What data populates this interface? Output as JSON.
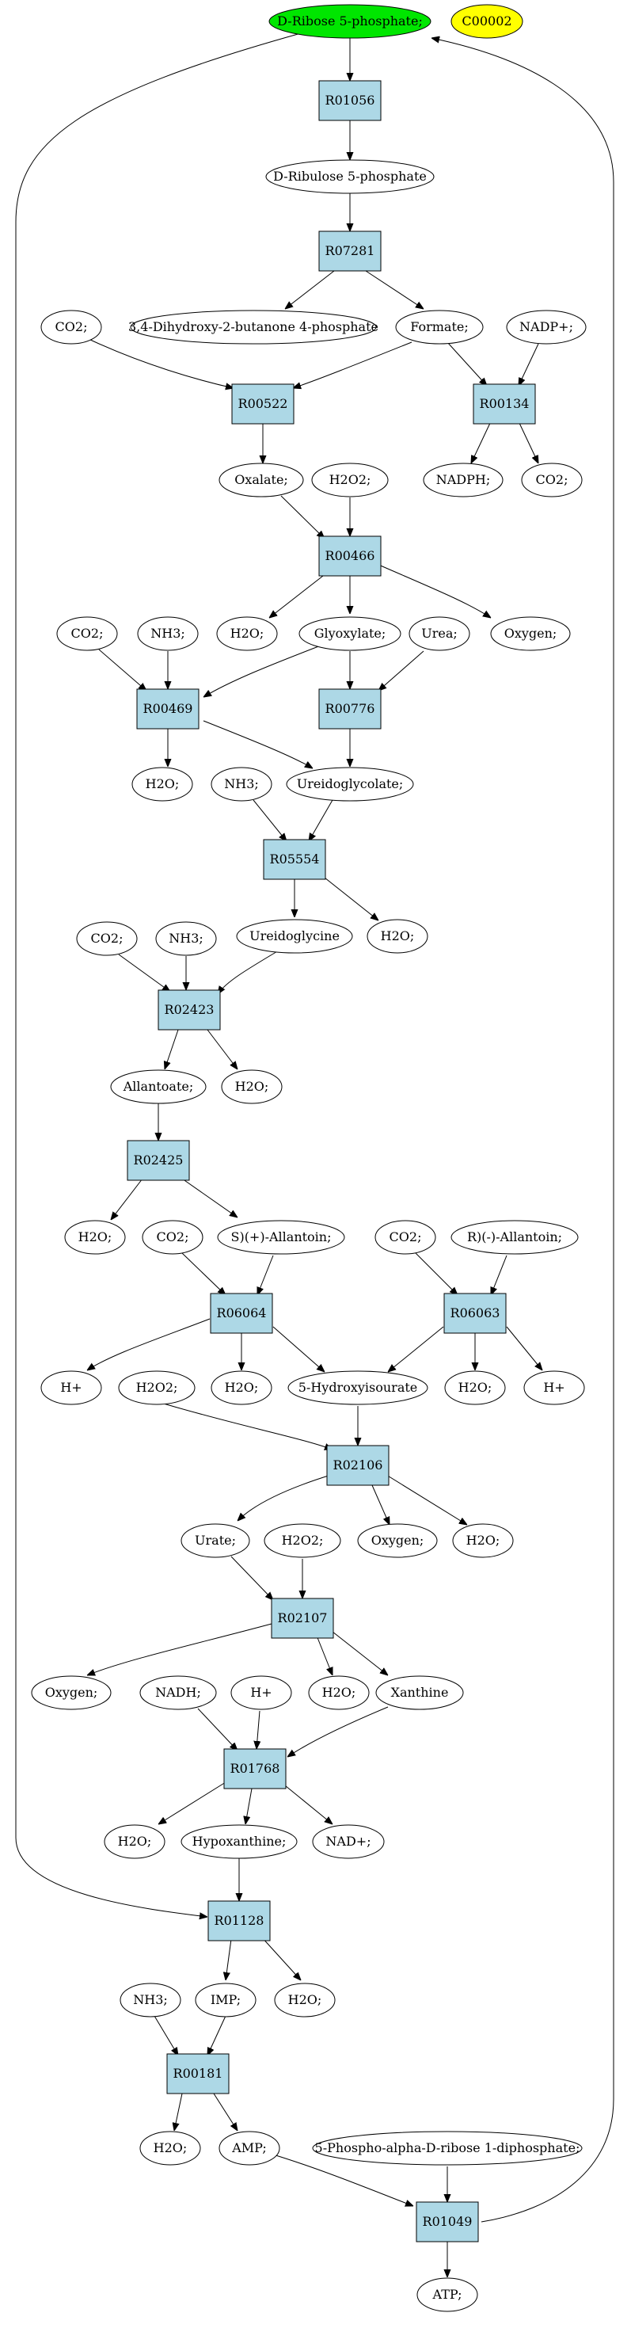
{
  "colors": {
    "reaction": "#add8e6",
    "compound": "#ffffff",
    "start": "#00e600",
    "highlight": "#ffff00"
  },
  "compounds": {
    "ribose5p": "D-Ribose 5-phosphate;",
    "c00002": "C00002",
    "ribulose5p": "D-Ribulose 5-phosphate",
    "co2_1": "CO2;",
    "dihydroxy": "3,4-Dihydroxy-2-butanone 4-phosphate",
    "formate": "Formate;",
    "nadp": "NADP+;",
    "oxalate": "Oxalate;",
    "h2o2_1": "H2O2;",
    "nadph": "NADPH;",
    "co2_2": "CO2;",
    "co2_3": "CO2;",
    "nh3_1": "NH3;",
    "glyoxylate": "Glyoxylate;",
    "urea": "Urea;",
    "oxygen_1": "Oxygen;",
    "h2o_1": "H2O;",
    "h2o_2": "H2O;",
    "nh3_2": "NH3;",
    "ureidoglycolate": "Ureidoglycolate;",
    "ureidoglycine": "Ureidoglycine",
    "h2o_3": "H2O;",
    "co2_4": "CO2;",
    "nh3_3": "NH3;",
    "allantoate": "Allantoate;",
    "h2o_4": "H2O;",
    "h2o_5": "H2O;",
    "co2_5": "CO2;",
    "s_allantoin": "S)(+)-Allantoin;",
    "co2_6": "CO2;",
    "r_allantoin": "R)(-)-Allantoin;",
    "hplus_1": "H+",
    "h2o2_2": "H2O2;",
    "h2o_6": "H2O;",
    "hydroxyisourate": "5-Hydroxyisourate",
    "h2o_7": "H2O;",
    "hplus_2": "H+",
    "urate": "Urate;",
    "h2o2_3": "H2O2;",
    "oxygen_2": "Oxygen;",
    "h2o_8": "H2O;",
    "oxygen_3": "Oxygen;",
    "nadh": "NADH;",
    "hplus_3": "H+",
    "h2o_9": "H2O;",
    "xanthine": "Xanthine",
    "h2o_10": "H2O;",
    "hypoxanthine": "Hypoxanthine;",
    "nadplus": "NAD+;",
    "nh3_4": "NH3;",
    "imp": "IMP;",
    "h2o_11": "H2O;",
    "h2o_12": "H2O;",
    "amp": "AMP;",
    "prpp": "5-Phospho-alpha-D-ribose 1-diphosphate;",
    "atp": "ATP;"
  },
  "reactions": {
    "r01056": "R01056",
    "r07281": "R07281",
    "r00522": "R00522",
    "r00134": "R00134",
    "r00466": "R00466",
    "r00469": "R00469",
    "r00776": "R00776",
    "r05554": "R05554",
    "r02423": "R02423",
    "r02425": "R02425",
    "r06064": "R06064",
    "r06063": "R06063",
    "r02106": "R02106",
    "r02107": "R02107",
    "r01768": "R01768",
    "r01128": "R01128",
    "r00181": "R00181",
    "r01049": "R01049"
  }
}
